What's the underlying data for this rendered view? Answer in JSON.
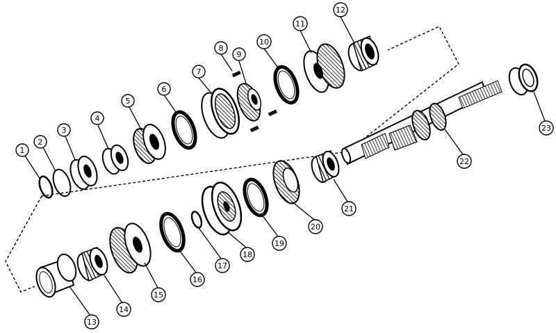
{
  "parts": [
    {
      "number": "1"
    },
    {
      "number": "2"
    },
    {
      "number": "3"
    },
    {
      "number": "4"
    },
    {
      "number": "5"
    },
    {
      "number": "6"
    },
    {
      "number": "7"
    },
    {
      "number": "8"
    },
    {
      "number": "9"
    },
    {
      "number": "10"
    },
    {
      "number": "11"
    },
    {
      "number": "12"
    },
    {
      "number": "13"
    },
    {
      "number": "14"
    },
    {
      "number": "15"
    },
    {
      "number": "16"
    },
    {
      "number": "17"
    },
    {
      "number": "18"
    },
    {
      "number": "19"
    },
    {
      "number": "20"
    },
    {
      "number": "21"
    },
    {
      "number": "22"
    },
    {
      "number": "23"
    }
  ],
  "colors": {
    "ink": "#000000",
    "paper": "#ffffff"
  }
}
